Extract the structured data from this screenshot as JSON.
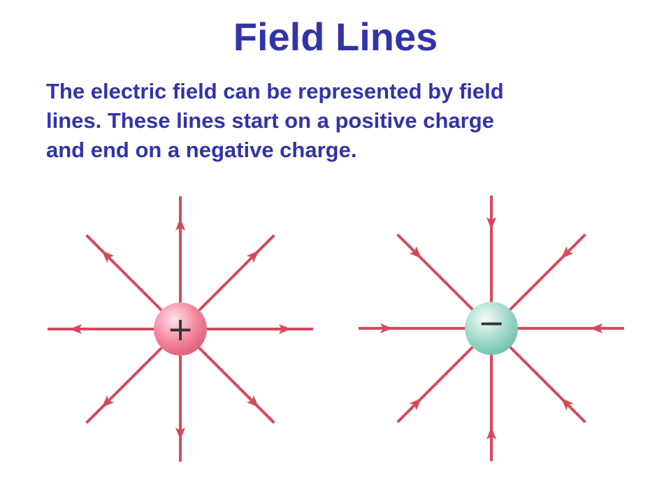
{
  "title": "Field Lines",
  "description_lines": [
    "The electric field can be represented by field",
    "lines. These lines start on a positive charge",
    "and end on a negative charge."
  ],
  "charges": [
    {
      "name": "positive",
      "symbol": "+",
      "arrow_direction": "outward",
      "color": "#f27a94"
    },
    {
      "name": "negative",
      "symbol": "−",
      "arrow_direction": "inward",
      "color": "#8ed2c0"
    }
  ],
  "colors": {
    "text": "#3333a8",
    "field_line": "#d44a5a"
  }
}
